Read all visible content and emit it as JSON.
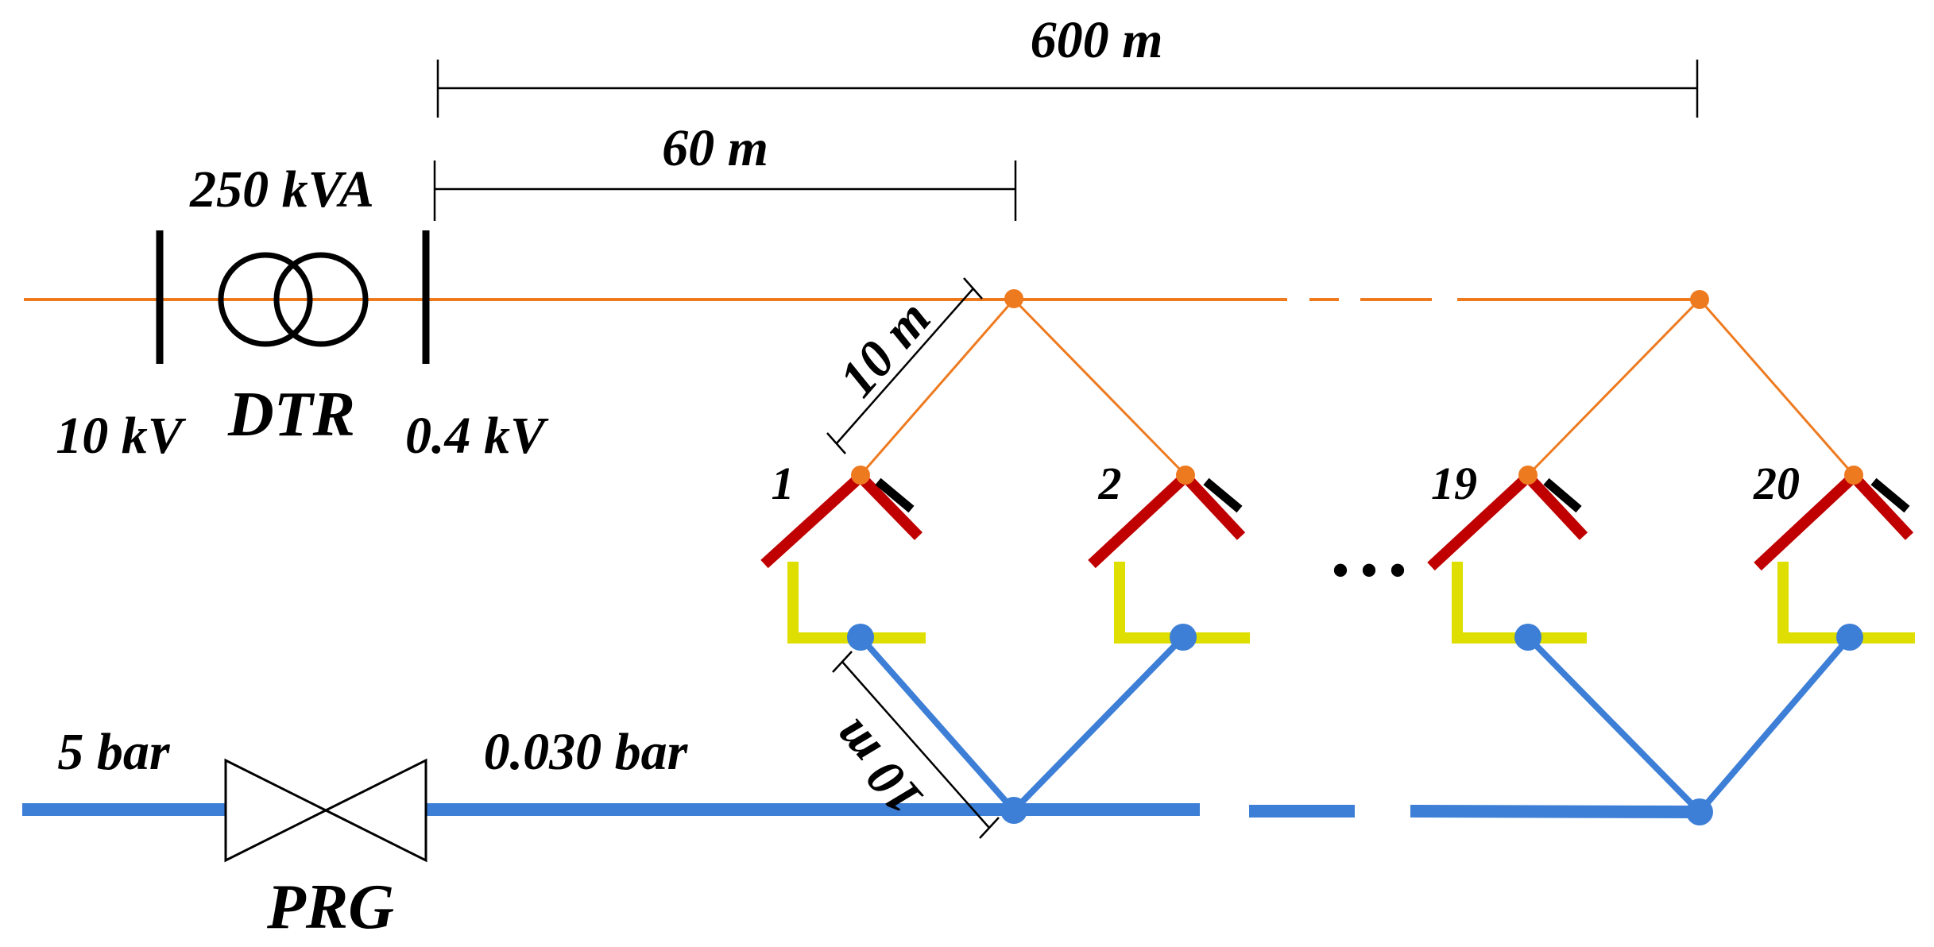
{
  "dimensions": {
    "total_length": "600 m",
    "first_house_distance": "60 m",
    "service_line_power": "10 m",
    "service_line_gas": "10 m"
  },
  "electric": {
    "hv_voltage": "10 kV",
    "transformer_rating": "250 kVA",
    "transformer_name": "DTR",
    "lv_voltage": "0.4 kV"
  },
  "gas": {
    "inlet_pressure": "5 bar",
    "regulator_name": "PRG",
    "outlet_pressure": "0.030 bar"
  },
  "houses": {
    "labels": [
      "1",
      "2",
      "19",
      "20"
    ],
    "ellipsis": "• • •"
  },
  "colors": {
    "power_line": "#ee7a1f",
    "gas_line": "#3d7fd6",
    "roof": "#c00000",
    "wall": "#dede00",
    "busbar": "#000000"
  }
}
